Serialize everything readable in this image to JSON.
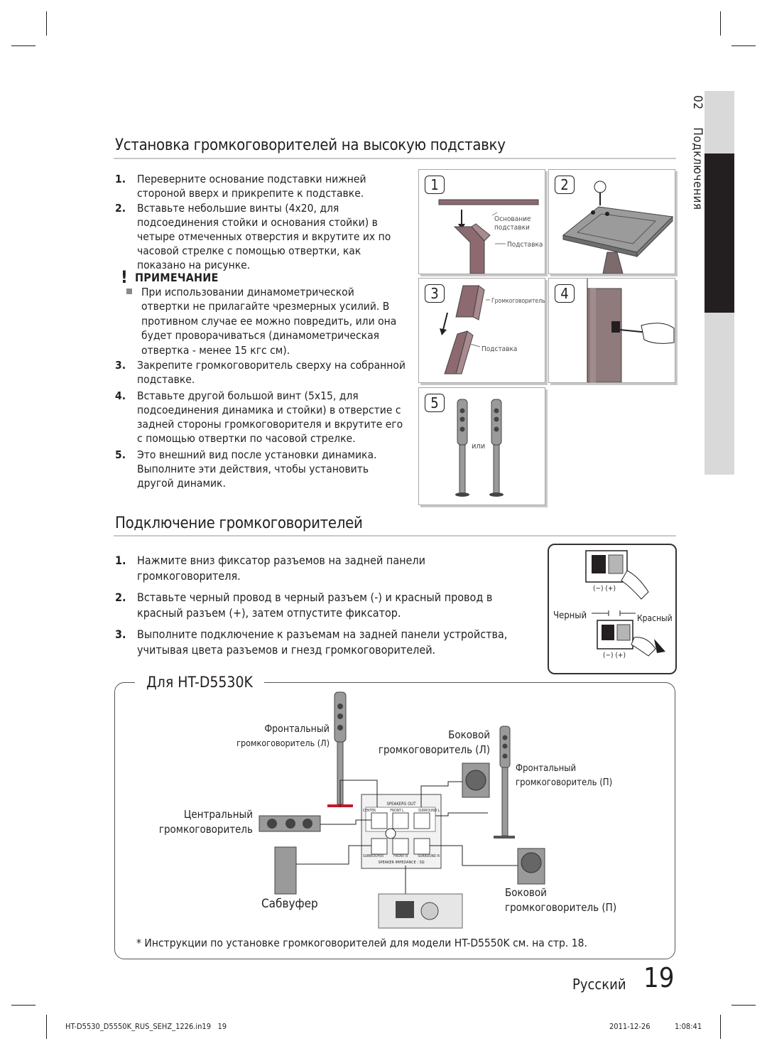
{
  "section1": {
    "title": "Установка громкоговорителей на высокую подставку",
    "steps": [
      {
        "num": "1.",
        "text": "Переверните основание подставки нижней стороной вверх и прикрепите к подставке."
      },
      {
        "num": "2.",
        "text": "Вставьте небольшие винты (4x20, для подсоединения стойки и основания стойки) в четыре отмеченных отверстия и вкрутите их по часовой стрелке с помощью отвертки, как показано на рисунке."
      }
    ],
    "note_title": "ПРИМЕЧАНИЕ",
    "note_text": "При использовании динамометрической отвертки не прилагайте чрезмерных усилий. В противном случае ее можно повредить, или она будет проворачиваться (динамометрическая отвертка - менее 15 кгс см).",
    "steps2": [
      {
        "num": "3.",
        "text": "Закрепите громкоговоритель сверху на собранной подставке."
      },
      {
        "num": "4.",
        "text": "Вставьте другой большой винт (5x15, для подсоединения динамика и стойки) в отверстие с задней стороны громкоговорителя и вкрутите его с помощью отвертки по часовой стрелке."
      },
      {
        "num": "5.",
        "text": "Это внешний вид после установки динамика. Выполните эти действия, чтобы установить другой динамик."
      }
    ],
    "figures": {
      "f1": {
        "num": "1",
        "label_base": "Основание подставки",
        "label_stand": "Подставка"
      },
      "f2": {
        "num": "2"
      },
      "f3": {
        "num": "3",
        "label_speaker": "Громкоговоритель",
        "label_stand": "Подставка"
      },
      "f4": {
        "num": "4"
      },
      "f5": {
        "num": "5",
        "label_or": "или"
      }
    }
  },
  "section2": {
    "title": "Подключение громкоговорителей",
    "steps": [
      {
        "num": "1.",
        "text": "Нажмите вниз фиксатор разъемов на задней панели громкоговорителя."
      },
      {
        "num": "2.",
        "text": "Вставьте черный провод в черный разъем (-) и красный провод в красный разъем (+), затем отпустите фиксатор."
      },
      {
        "num": "3.",
        "text": "Выполните подключение к разъемам на задней панели устройства, учитывая цвета разъемов и гнезд громкоговорителей."
      }
    ],
    "connector_fig": {
      "minus_plus": "(−) (+)",
      "black": "Черный",
      "red": "Красный"
    },
    "model_box": {
      "title": "Для HT-D5530K",
      "front_left": [
        "Фронтальный",
        "громкоговоритель (Л)"
      ],
      "side_left": [
        "Боковой",
        "громкоговоритель (Л)"
      ],
      "front_right": [
        "Фронтальный",
        "громкоговоритель (П)"
      ],
      "center": [
        "Центральный",
        "громкоговоритель"
      ],
      "subwoofer": "Сабвуфер",
      "side_right": [
        "Боковой",
        "громкоговоритель (П)"
      ],
      "panel": {
        "speakers_out": "SPEAKERS OUT",
        "top_labels": [
          "CENTER",
          "FRONT L",
          "SURROUND L"
        ],
        "bottom_labels": [
          "SUBWOOFER",
          "FRONT R",
          "SURROUND R"
        ],
        "impedance": "SPEAKER IMPEDANCE : 3Ω"
      },
      "footnote": "* Инструкции по установке громкоговорителей для модели HT-D5550K см. на стр. 18."
    }
  },
  "side_tab": {
    "chapter_num": "02",
    "chapter_name": "Подключения"
  },
  "footer": {
    "language": "Русский",
    "page_number": "19",
    "file_name": "HT-D5530_D5550K_RUS_SEHZ_1226.in19   19",
    "date": "2011-12-26",
    "time": "1:08:41"
  },
  "colors": {
    "rule": "#c9c9c9",
    "tab_dark": "#231f20",
    "tab_light": "#d9d9d9",
    "red_accent": "#c4182b",
    "speaker_grey": "#9a9a9a"
  }
}
